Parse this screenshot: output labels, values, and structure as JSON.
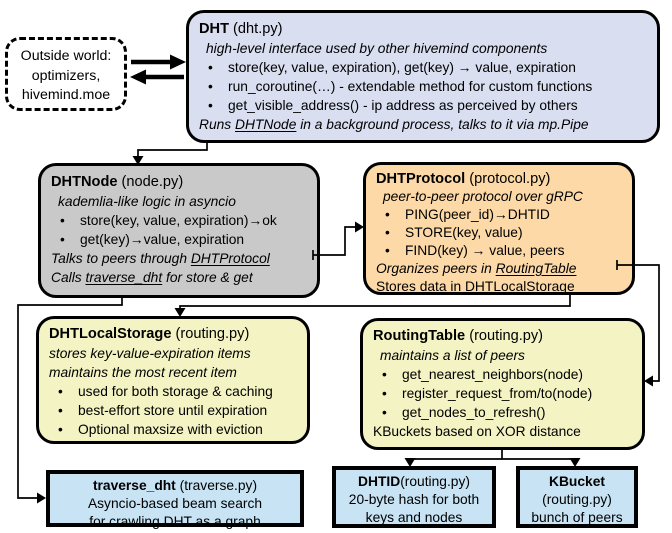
{
  "ui": {
    "bullet": "•"
  },
  "colors": {
    "dht_box": "#d9def0",
    "dhtnode_box": "#c9c9c9",
    "dhtprotocol_box": "#fcd9a6",
    "storage_box": "#f3f3c3",
    "routing_box": "#f3f3c3",
    "bottom_box": "#c7e3f4",
    "outline": "#000000",
    "background": "#ffffff"
  },
  "boxes": {
    "outside": {
      "lines": [
        "Outside world:",
        "optimizers,",
        "hivemind.moe"
      ]
    },
    "dht": {
      "title": "DHT",
      "file": " (dht.py)",
      "subtitle": "high-level interface used by other hivemind components",
      "bullets": [
        "store(key, value, expiration), get(key) → value, expiration",
        "run_coroutine(…) - extendable method for custom functions",
        "get_visible_address() - ip address as perceived by others"
      ],
      "footer_pre": "Runs ",
      "footer_link": "DHTNode",
      "footer_post": " in a background process, talks to it via mp.Pipe"
    },
    "dhtnode": {
      "title": "DHTNode",
      "file": " (node.py)",
      "subtitle": "kademlia-like logic in asyncio",
      "bullets": [
        "store(key, value, expiration)→ok",
        "get(key)→value, expiration"
      ],
      "footer1_pre": "Talks to peers through ",
      "footer1_link": "DHTProtocol",
      "footer2_pre": "Calls ",
      "footer2_link": "traverse_dht",
      "footer2_post": " for store & get"
    },
    "dhtprotocol": {
      "title": "DHTProtocol",
      "file": " (protocol.py)",
      "subtitle": "peer-to-peer protocol over gRPC",
      "bullets": [
        "PING(peer_id)→DHTID",
        "STORE(key, value)",
        "FIND(key) → value, peers"
      ],
      "footer1_pre": "Organizes peers in ",
      "footer1_link": "RoutingTable",
      "footer2_pre": "Stores data in DHT",
      "footer2_link": "LocalStorage"
    },
    "storage": {
      "title": "DHTLocalStorage",
      "file": " (routing.py)",
      "subtitle1": "stores key-value-expiration items",
      "subtitle2": "maintains the most recent item",
      "bullets": [
        "used for both storage & caching",
        "best-effort store until expiration",
        "Optional maxsize with eviction"
      ]
    },
    "routing": {
      "title": "RoutingTable",
      "file": " (routing.py)",
      "subtitle": "maintains a list of peers",
      "bullets": [
        "get_nearest_neighbors(node)",
        "register_request_from/to(node)",
        "get_nodes_to_refresh()"
      ],
      "footer": "KBuckets based on XOR distance"
    },
    "traverse": {
      "title": "traverse_dht",
      "file": " (traverse.py)",
      "lines": [
        "Asyncio-based beam search",
        "for crawling DHT as a graph"
      ]
    },
    "dhtid": {
      "title": "DHTID",
      "file": "(routing.py)",
      "lines": [
        "20-byte hash for both",
        "keys and nodes"
      ]
    },
    "kbucket": {
      "title": "KBucket",
      "file": "(routing.py)",
      "lines": [
        "bunch of peers"
      ]
    }
  },
  "connections": [
    {
      "from": "outside-world",
      "to": "dht",
      "type": "double-arrow"
    },
    {
      "from": "dht",
      "to": "dhtnode",
      "type": "arrow"
    },
    {
      "from": "dhtnode",
      "to": "dhtprotocol",
      "type": "arrow"
    },
    {
      "from": "dhtprotocol",
      "to": "routingtable",
      "type": "arrow"
    },
    {
      "from": "dhtprotocol",
      "to": "dhtlocalstorage",
      "type": "arrow"
    },
    {
      "from": "dhtnode",
      "to": "traverse_dht",
      "type": "arrow"
    },
    {
      "from": "routingtable",
      "to": "dhtid",
      "type": "arrow"
    },
    {
      "from": "routingtable",
      "to": "kbucket",
      "type": "arrow"
    }
  ]
}
